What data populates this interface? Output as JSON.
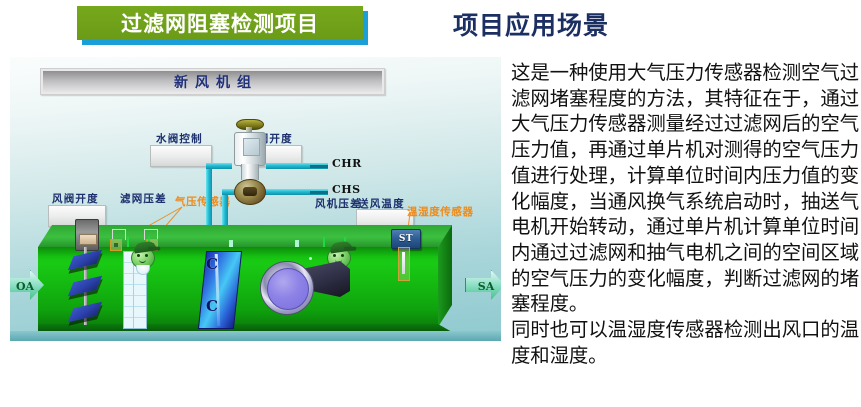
{
  "banner": {
    "title": "过滤网阻塞检测项目",
    "bg_color": "#6b9b17",
    "shadow_color": "#1b9fd8",
    "text_color": "#ffffff"
  },
  "section": {
    "title": "项目应用场景",
    "title_color": "#1c2f63"
  },
  "body": {
    "paragraph_1": "这是一种使用大气压力传感器检测空气过滤网堵塞程度的方法，其特征在于，通过大气压力传感器测量经过过滤网后的空气压力值，再通过单片机对测得的空气压力值进行处理，计算单位时间内压力值的变化幅度，当通风换气系统启动时，抽送气电机开始转动，通过单片机计算单位时间内通过过滤网和抽气电机之间的空间区域的空气压力的变化幅度，判断过滤网的堵塞程度。",
    "paragraph_2": "同时也可以温湿度传感器检测出风口的温度和湿度。"
  },
  "diagram": {
    "unit_title": "新风机组",
    "fields": {
      "water_valve_control": "水阀控制",
      "water_valve_opening": "水阀开度",
      "damper_opening": "风阀开度",
      "filter_pressure_diff": "滤网压差",
      "fan_pressure_diff": "风机压差",
      "supply_air_temp": "送风温度"
    },
    "field_values": {
      "water_valve_control": "",
      "water_valve_opening": "",
      "damper_opening": "",
      "supply_air_temp": ""
    },
    "callouts": {
      "air_pressure_sensor": "气压传感器",
      "temp_humidity_sensor": "温湿度传感器",
      "callout_color": "#f08a18"
    },
    "pipes": {
      "chilled_water_return": "CHR",
      "chilled_water_supply": "CHS"
    },
    "airflow": {
      "outside_air": "OA",
      "supply_air": "SA"
    },
    "components": {
      "coil_marker_top": "C",
      "coil_marker_bottom": "C",
      "temp_sensor_tag": "ST"
    },
    "colors": {
      "duct_green": "#17c014",
      "pipe_cyan": "#21bcd4",
      "coil_blue": "#2f6fe0",
      "fan_purple": "#8d82e6",
      "label_navy": "#1c2f6e"
    }
  }
}
